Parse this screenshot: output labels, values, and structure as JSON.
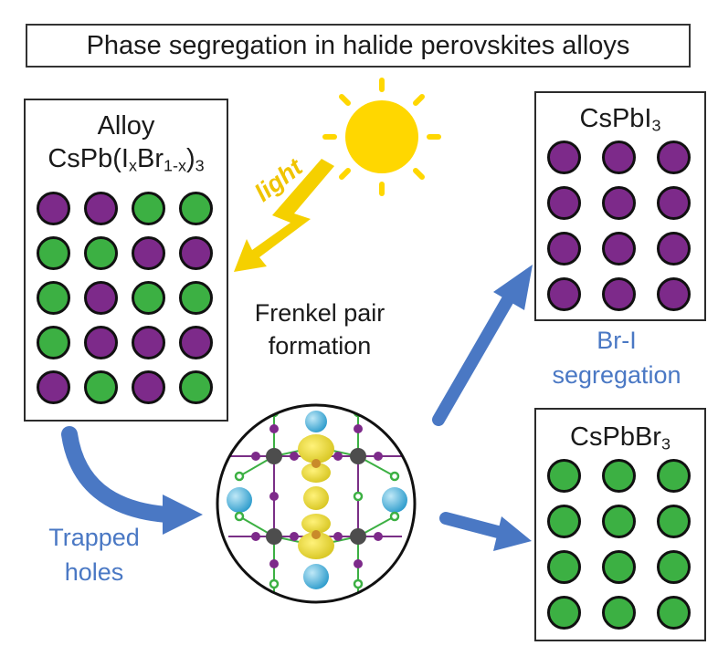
{
  "title": "Phase segregation in halide perovskites alloys",
  "alloy": {
    "line1": "Alloy",
    "formula_prefix": "CsPb(I",
    "sub_x": "x",
    "formula_mid": "Br",
    "sub_1x": "1-x",
    "formula_close": ")",
    "sub_3": "3",
    "grid": [
      [
        "I",
        "I",
        "Br",
        "Br"
      ],
      [
        "Br",
        "Br",
        "I",
        "I"
      ],
      [
        "Br",
        "I",
        "Br",
        "Br"
      ],
      [
        "Br",
        "I",
        "I",
        "I"
      ],
      [
        "I",
        "Br",
        "I",
        "Br"
      ]
    ]
  },
  "light_label": "light",
  "frenkel": {
    "line1": "Frenkel pair",
    "line2": "formation"
  },
  "trapped": {
    "line1": "Trapped",
    "line2": "holes"
  },
  "segregation": {
    "line1": "Br-I",
    "line2": "segregation"
  },
  "cspbi3": {
    "prefix": "CsPbI",
    "sub": "3",
    "grid": [
      [
        "I",
        "I",
        "I"
      ],
      [
        "I",
        "I",
        "I"
      ],
      [
        "I",
        "I",
        "I"
      ],
      [
        "I",
        "I",
        "I"
      ]
    ]
  },
  "cspbbr3": {
    "prefix": "CsPbBr",
    "sub": "3",
    "grid": [
      [
        "Br",
        "Br",
        "Br"
      ],
      [
        "Br",
        "Br",
        "Br"
      ],
      [
        "Br",
        "Br",
        "Br"
      ],
      [
        "Br",
        "Br",
        "Br"
      ]
    ]
  },
  "colors": {
    "iodide": "#7d2a8a",
    "bromide": "#3cb043",
    "arrow_blue": "#4a78c4",
    "sun_yellow": "#ffd700",
    "light_yellow": "#f5d000",
    "cesium_blue": "#4fb3dc",
    "charge_density": "#e6d82a"
  }
}
